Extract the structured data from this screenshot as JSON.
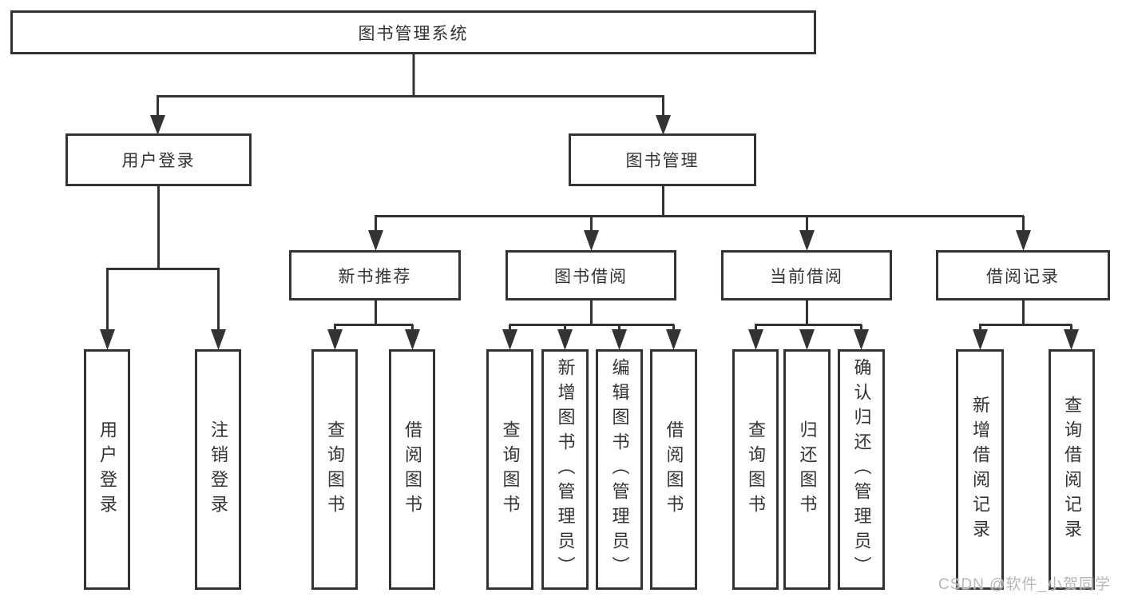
{
  "tree": {
    "root": "图书管理系统",
    "branches": [
      {
        "label": "用户登录",
        "children": [
          "用户登录",
          "注销登录"
        ]
      },
      {
        "label": "图书管理",
        "sections": [
          {
            "label": "新书推荐",
            "children": [
              "查询图书",
              "借阅图书"
            ]
          },
          {
            "label": "图书借阅",
            "children": [
              "查询图书",
              "新增图书（管理员）",
              "编辑图书（管理员）",
              "借阅图书"
            ]
          },
          {
            "label": "当前借阅",
            "children": [
              "查询图书",
              "归还图书",
              "确认归还（管理员）"
            ]
          },
          {
            "label": "借阅记录",
            "children": [
              "新增借阅记录",
              "查询借阅记录"
            ]
          }
        ]
      }
    ]
  },
  "watermark": {
    "text": "CSDN @软件_小贺同学"
  },
  "colors": {
    "line": "#333333",
    "text": "#333333",
    "watermark": "#b7b7b7",
    "background": "#ffffff"
  }
}
